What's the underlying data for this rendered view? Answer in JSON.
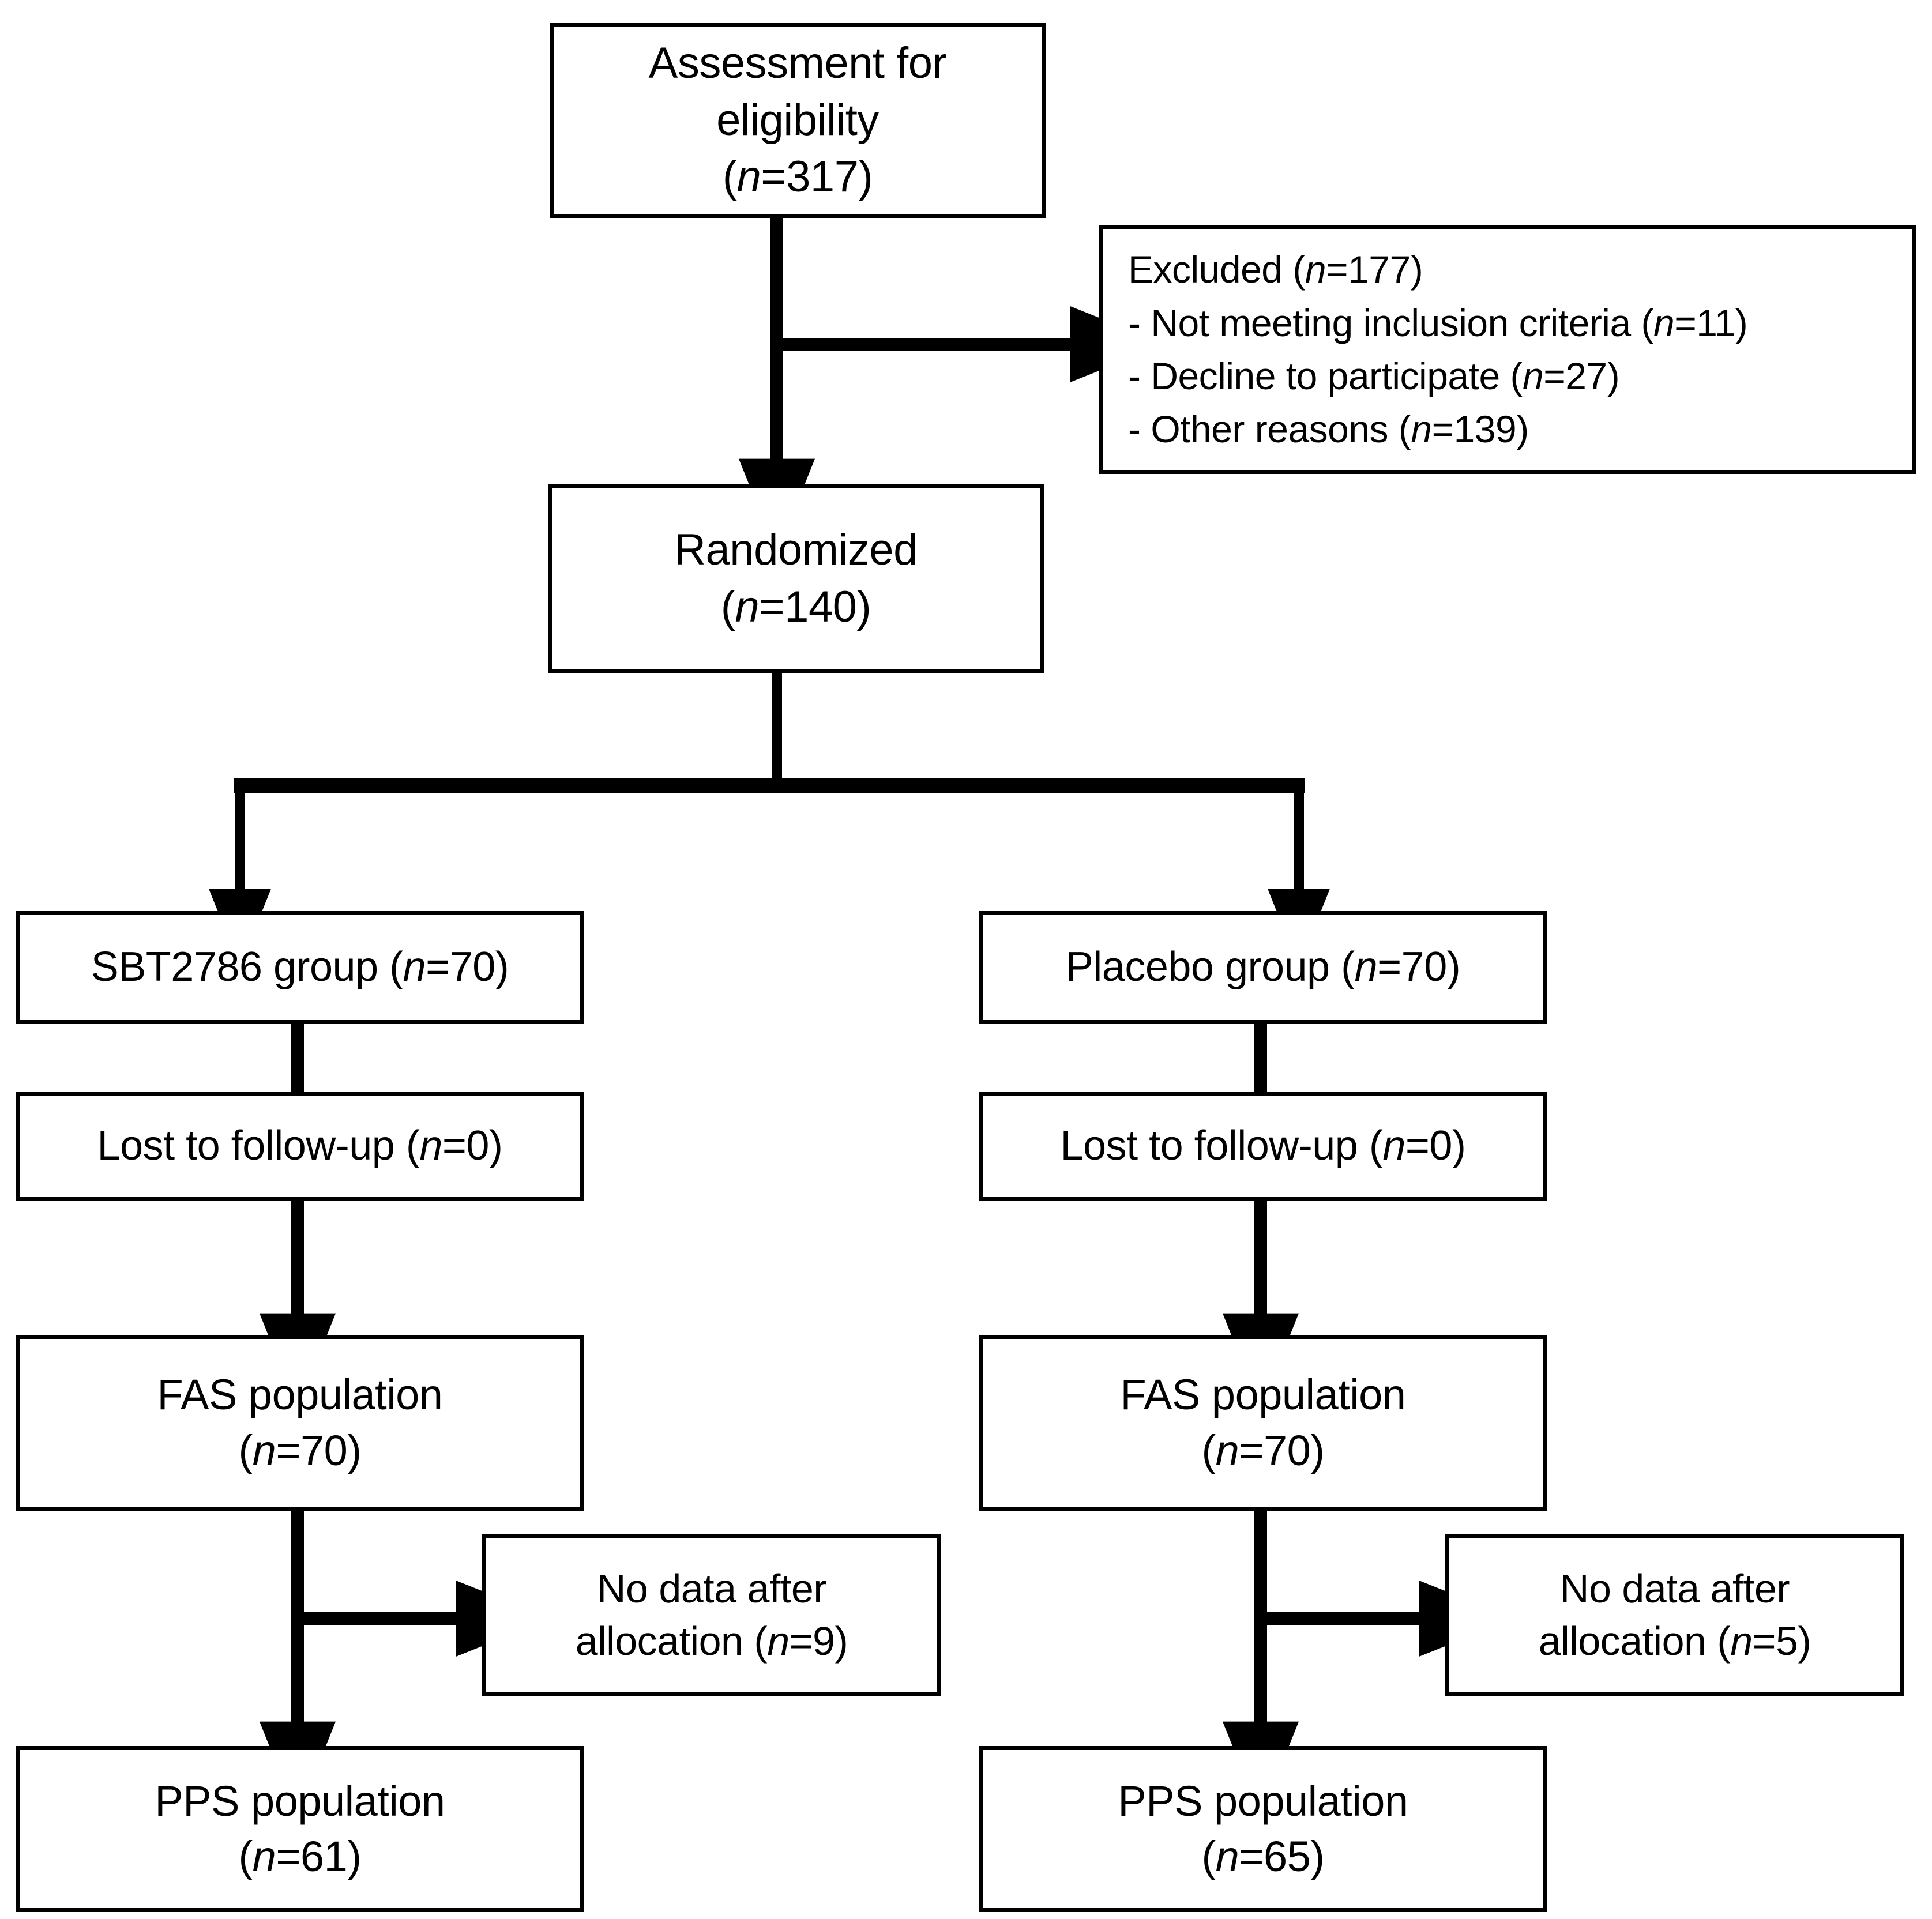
{
  "diagram": {
    "type": "consort-flow-diagram",
    "title": "",
    "colors": {
      "background": "#ffffff",
      "box_border": "#000000",
      "text": "#000000",
      "connector": "#000000"
    },
    "nodes": {
      "assessment": {
        "text": "Assessment for\neligibility\n(n=317)",
        "label": "Assessment for eligibility",
        "n": 317
      },
      "excluded": {
        "heading": "Excluded  (n=177)",
        "n": 177,
        "reasons": [
          "- Not meeting inclusion criteria (n=11)",
          "- Decline to participate (n=27)",
          "- Other reasons (n=139)"
        ],
        "reason_counts": [
          11,
          27,
          139
        ]
      },
      "randomized": {
        "text": "Randomized\n(n=140)",
        "label": "Randomized",
        "n": 140
      },
      "left_group": {
        "text": "SBT2786 group (n=70)",
        "label": "SBT2786 group",
        "n": 70
      },
      "right_group": {
        "text": "Placebo group (n=70)",
        "label": "Placebo group",
        "n": 70
      },
      "left_lost": {
        "text": "Lost to follow-up (n=0)",
        "label": "Lost to follow-up",
        "n": 0
      },
      "right_lost": {
        "text": "Lost to follow-up (n=0)",
        "label": "Lost to follow-up",
        "n": 0
      },
      "left_fas": {
        "text": "FAS population\n(n=70)",
        "label": "FAS population",
        "n": 70
      },
      "right_fas": {
        "text": "FAS population\n(n=70)",
        "label": "FAS population",
        "n": 70
      },
      "left_nodata": {
        "text": "No data after\nallocation (n=9)",
        "label": "No data after allocation",
        "n": 9
      },
      "right_nodata": {
        "text": "No data after\nallocation (n=5)",
        "label": "No data after allocation",
        "n": 5
      },
      "left_pps": {
        "text": "PPS population\n(n=61)",
        "label": "PPS population",
        "n": 61
      },
      "right_pps": {
        "text": "PPS population\n(n=65)",
        "label": "PPS population",
        "n": 65
      }
    }
  }
}
